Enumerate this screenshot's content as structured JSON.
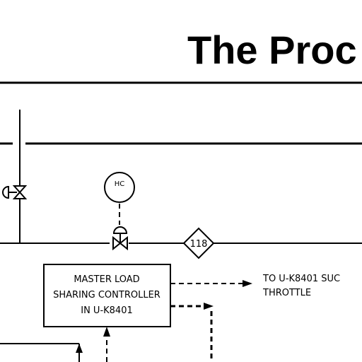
{
  "header": {
    "title": "The Proc"
  },
  "instrument": {
    "tag": "HC"
  },
  "line_marker": {
    "label": "118"
  },
  "controller": {
    "line1": "MASTER LOAD",
    "line2": "SHARING CONTROLLER",
    "line3": "IN U-K8401"
  },
  "signal_note": {
    "line1": "TO U-K8401 SUC",
    "line2": "THROTTLE"
  }
}
